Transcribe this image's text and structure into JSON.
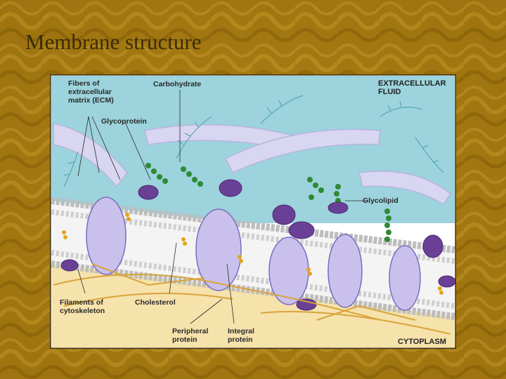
{
  "slide": {
    "title": "Membrane structure"
  },
  "diagram": {
    "labels": {
      "fibers_ecm": "Fibers of\nextracellular\nmatrix (ECM)",
      "carbohydrate": "Carbohydrate",
      "extracellular_fluid": "EXTRACELLULAR\nFLUID",
      "glycoprotein": "Glycoprotein",
      "glycolipid": "Glycolipid",
      "filaments": "Filaments of\ncytoskeleton",
      "cholesterol": "Cholesterol",
      "peripheral_protein": "Peripheral\nprotein",
      "integral_protein": "Integral\nprotein",
      "cytoplasm": "CYTOPLASM"
    }
  },
  "colors": {
    "background": "#a77c13",
    "extracellular": "#9cd3dc",
    "cytoplasm": "#f6e2ab",
    "protein": "#c9c1ec",
    "protein_dark": "#6a3f96",
    "lipid_head": "#d8d8d8",
    "glyco_chain": "#2e8b34",
    "fiber": "#d8d6f0",
    "filament": "#d9a43a"
  }
}
